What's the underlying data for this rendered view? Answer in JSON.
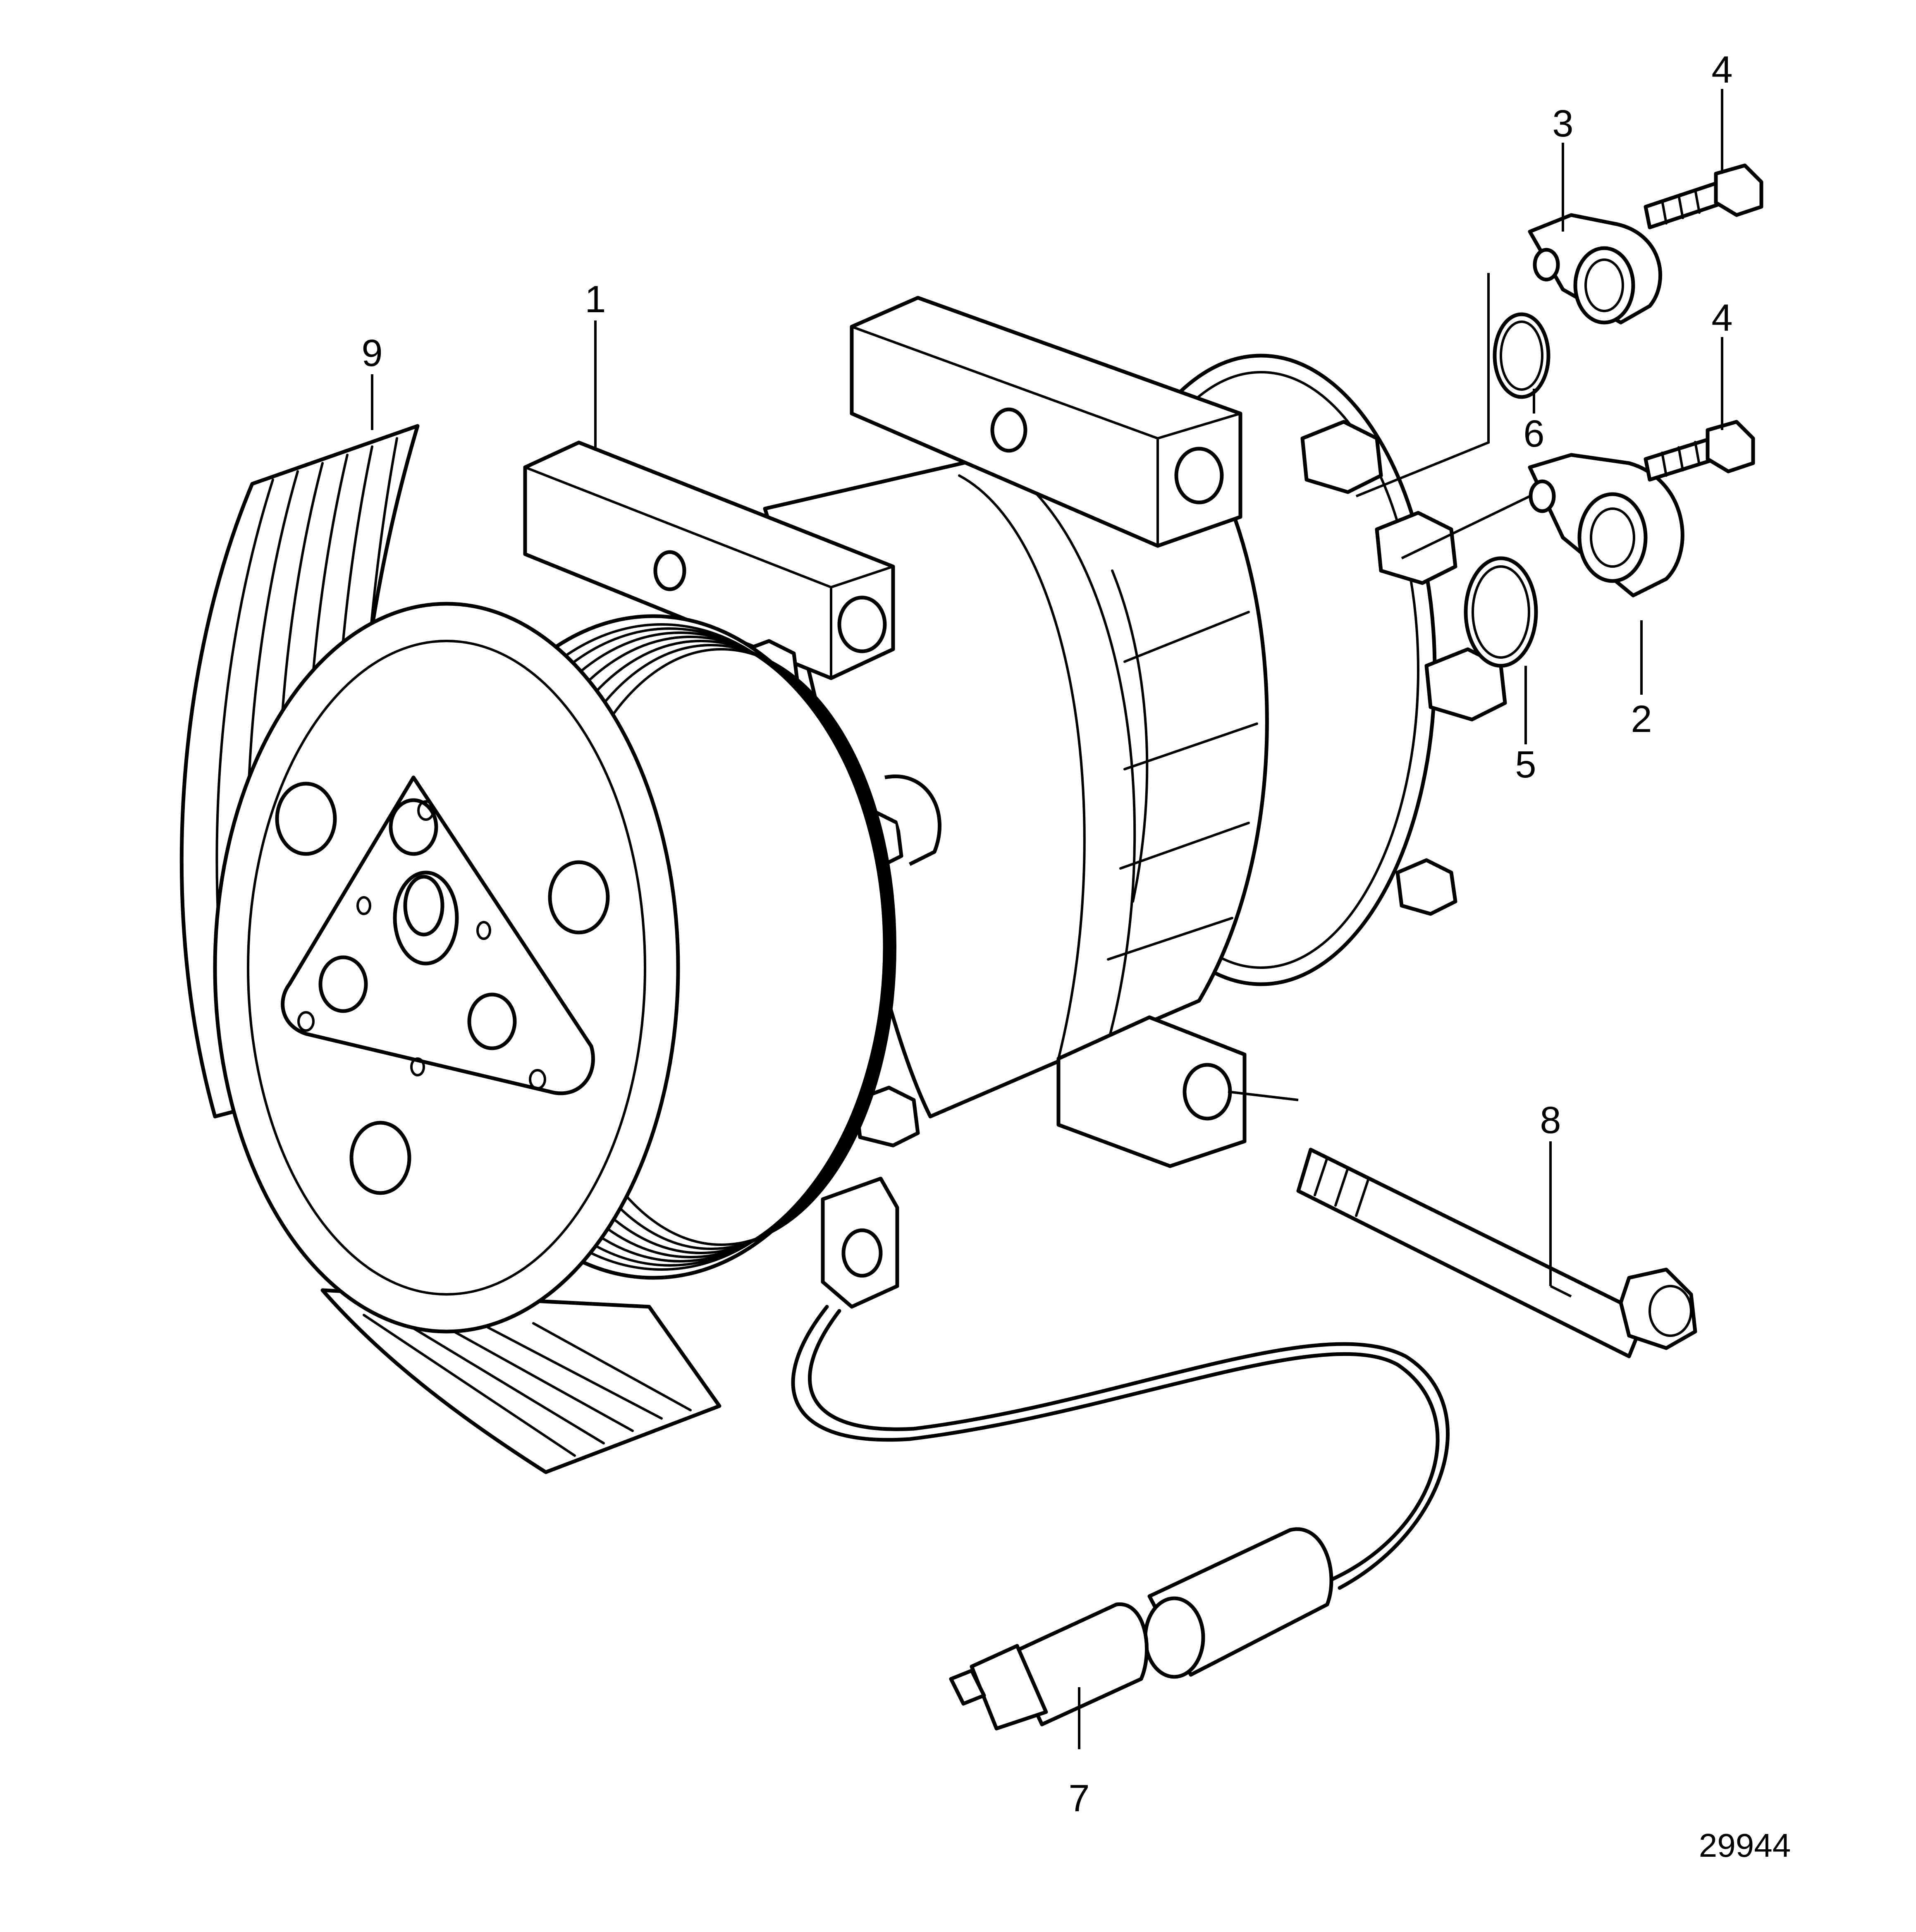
{
  "drawing_number": "29944",
  "callouts": [
    {
      "id": "1",
      "label": "1"
    },
    {
      "id": "2",
      "label": "2"
    },
    {
      "id": "3",
      "label": "3"
    },
    {
      "id": "4a",
      "label": "4"
    },
    {
      "id": "4b",
      "label": "4"
    },
    {
      "id": "5",
      "label": "5"
    },
    {
      "id": "6",
      "label": "6"
    },
    {
      "id": "7",
      "label": "7"
    },
    {
      "id": "8",
      "label": "8"
    },
    {
      "id": "9",
      "label": "9"
    }
  ]
}
